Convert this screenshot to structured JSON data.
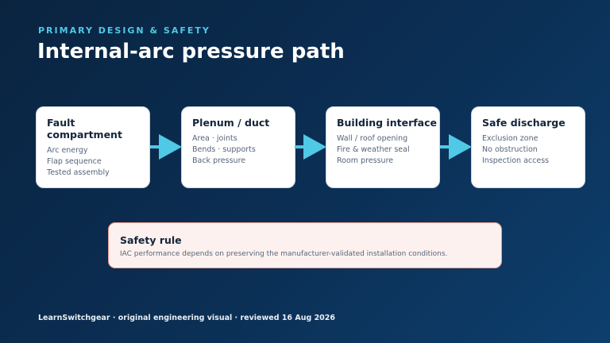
{
  "header": {
    "kicker": "PRIMARY DESIGN & SAFETY",
    "title": "Internal-arc pressure path"
  },
  "colors": {
    "accent": "#4fc9e6",
    "background": "#0b2f55",
    "card": "#ffffff",
    "rule_fill": "#fdf1ef",
    "rule_border": "#e79a8e"
  },
  "steps": [
    {
      "title": "Fault compartment",
      "lines": [
        "Arc energy",
        "Flap sequence",
        "Tested assembly"
      ]
    },
    {
      "title": "Plenum / duct",
      "lines": [
        "Area · joints",
        "Bends · supports",
        "Back pressure"
      ]
    },
    {
      "title": "Building interface",
      "lines": [
        "Wall / roof opening",
        "Fire & weather seal",
        "Room pressure"
      ]
    },
    {
      "title": "Safe discharge",
      "lines": [
        "Exclusion zone",
        "No obstruction",
        "Inspection access"
      ]
    }
  ],
  "safety_rule": {
    "title": "Safety rule",
    "text": "IAC performance depends on preserving the manufacturer-validated installation conditions."
  },
  "footer": {
    "text": "LearnSwitchgear · original engineering visual · reviewed 16 Aug 2026"
  }
}
